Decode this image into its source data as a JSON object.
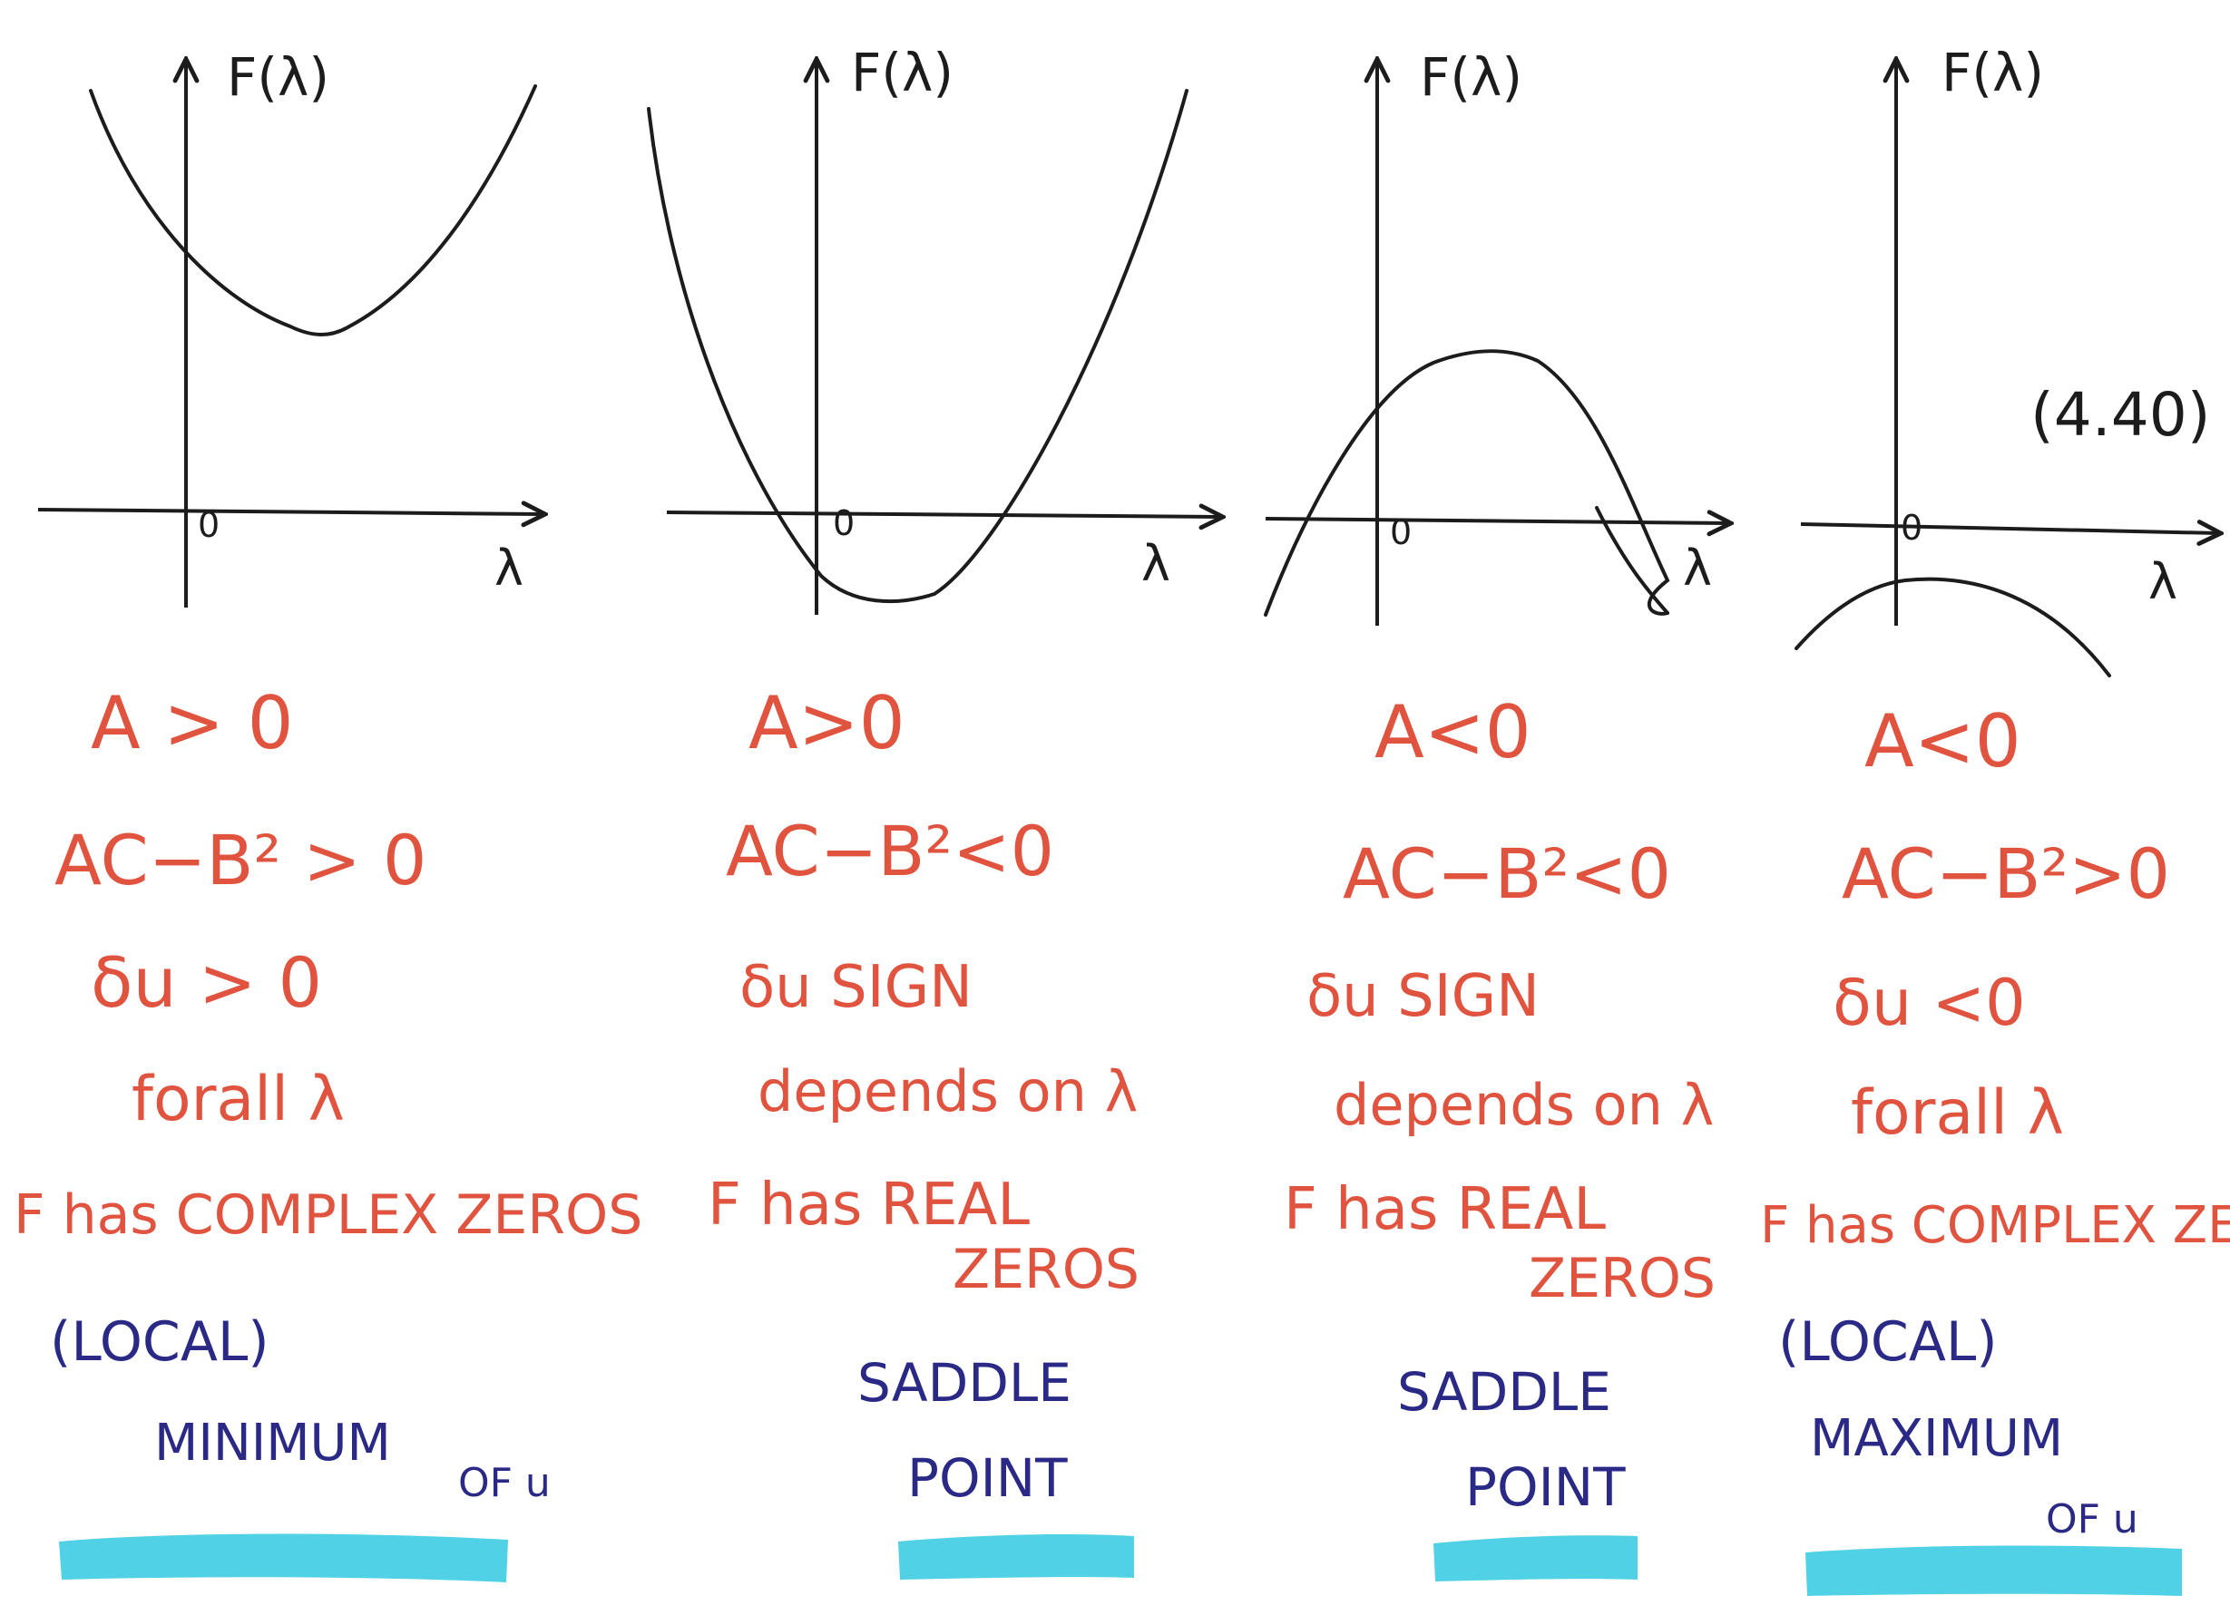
{
  "figure_label": "(4.40)",
  "colors": {
    "ink_black": "#1c1c1c",
    "ink_red": "#e0533f",
    "ink_blue": "#2a2a86",
    "highlighter": "#41cde3"
  },
  "panels": [
    {
      "id": "minimum",
      "y_axis_label": "F(λ)",
      "x_axis_label": "λ",
      "origin_label": "0",
      "curve": "upward-parabola-above-axis",
      "conditions": [
        "A > 0",
        "AC−B² > 0",
        "δu > 0",
        "forall λ",
        "F has COMPLEX ZEROS"
      ],
      "classification": [
        "(LOCAL)",
        "MINIMUM",
        "OF u"
      ]
    },
    {
      "id": "saddle-1",
      "y_axis_label": "F(λ)",
      "x_axis_label": "λ",
      "origin_label": "0",
      "curve": "upward-parabola-crossing-axis",
      "conditions": [
        "A>0",
        "AC−B²<0",
        "δu SIGN",
        "depends on λ",
        "F has REAL",
        "ZEROS"
      ],
      "classification": [
        "SADDLE",
        "POINT"
      ]
    },
    {
      "id": "saddle-2",
      "y_axis_label": "F(λ)",
      "x_axis_label": "λ",
      "origin_label": "0",
      "curve": "downward-parabola-crossing-axis",
      "conditions": [
        "A<0",
        "AC−B²<0",
        "δu SIGN",
        "depends on λ",
        "F has REAL",
        "ZEROS"
      ],
      "classification": [
        "SADDLE",
        "POINT"
      ]
    },
    {
      "id": "maximum",
      "y_axis_label": "F(λ)",
      "x_axis_label": "λ",
      "origin_label": "0",
      "curve": "downward-parabola-below-axis",
      "conditions": [
        "A<0",
        "AC−B²>0",
        "δu <0",
        "forall λ",
        "F has COMPLEX ZEROS"
      ],
      "classification": [
        "(LOCAL)",
        "MAXIMUM",
        "OF u"
      ]
    }
  ]
}
